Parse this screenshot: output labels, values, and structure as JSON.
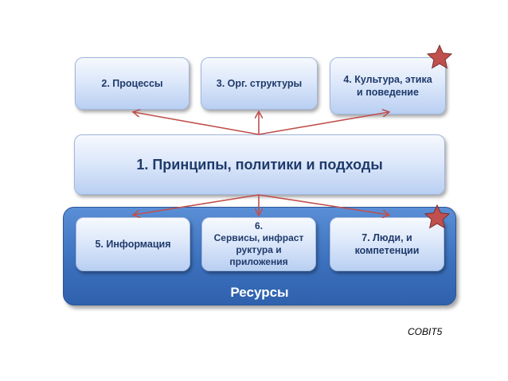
{
  "boxes": {
    "processes": "2. Процессы",
    "org_structures": "3. Орг. структуры",
    "culture": "4. Культура, этика\nи поведение",
    "principles": "1. Принципы, политики и подходы",
    "information": "5. Информация",
    "services": "6.\nСервисы, инфраст\nруктура и\nприложения",
    "people": "7. Люди, и\nкомпетенции"
  },
  "resources_label": "Ресурсы",
  "source_label": "COBIT5",
  "colors": {
    "arrow": "#c0504d",
    "star_fill": "#c0504d",
    "resources_fill": "#3c71be",
    "box_text": "#1f3a6b"
  },
  "icons": {
    "star": "star-icon",
    "arrow": "arrow"
  }
}
